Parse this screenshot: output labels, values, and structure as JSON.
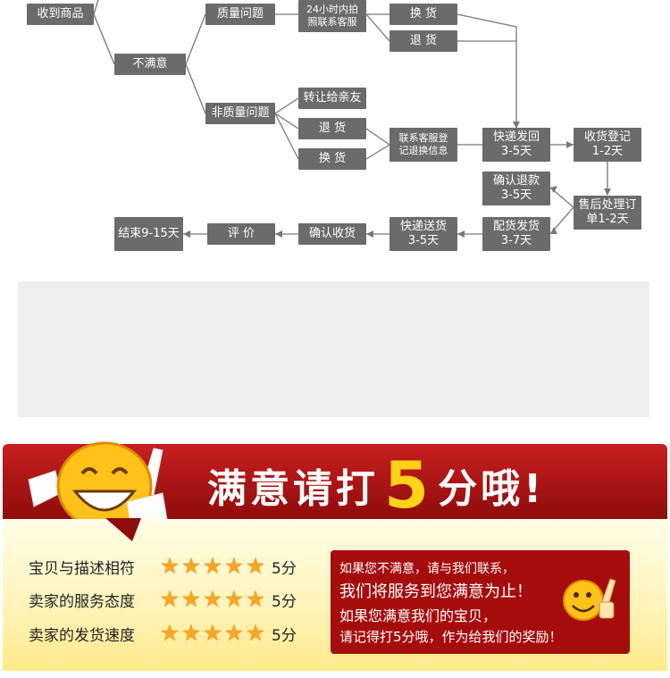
{
  "flow": {
    "received": "收到商品",
    "unsatisfied": "不满意",
    "quality_issue": "质量问题",
    "contact_24h_line1": "24小时内拍",
    "contact_24h_line2": "照联系客服",
    "exchange_top": "换 货",
    "return_top": "退 货",
    "non_quality_issue": "非质量问题",
    "transfer_friend": "转让给亲友",
    "return_mid": "退 货",
    "exchange_mid": "换 货",
    "contact_register_line1": "联系客服登",
    "contact_register_line2": "记退换信息",
    "express_back_line1": "快递发回",
    "express_back_line2": "3-5天",
    "receive_register_line1": "收货登记",
    "receive_register_line2": "1-2天",
    "confirm_refund_line1": "确认退款",
    "confirm_refund_line2": "3-5天",
    "after_sale_line1": "售后处理订",
    "after_sale_line2": "单1-2天",
    "ship_line1": "配货发货",
    "ship_line2": "3-7天",
    "express_deliver_line1": "快递送货",
    "express_deliver_line2": "3-5天",
    "confirm_receipt": "确认收货",
    "review": "评 价",
    "end": "结束9-15天"
  },
  "banner": {
    "title_left": "满意请打",
    "title_number": "5",
    "title_right": "分哦!"
  },
  "ratings": [
    {
      "label": "宝贝与描述相符",
      "stars": 5,
      "score": "5分"
    },
    {
      "label": "卖家的服务态度",
      "stars": 5,
      "score": "5分"
    },
    {
      "label": "卖家的发货速度",
      "stars": 5,
      "score": "5分"
    }
  ],
  "notice": {
    "line1": "如果您不满意，请与我们联系，",
    "line2": "我们将服务到您满意为止！",
    "line3": "如果您满意我们的宝贝，",
    "line4": "请记得打5分哦，作为给我们的奖励！"
  },
  "colors": {
    "node_gray": "#6b6b6b",
    "banner_red": "#c81f1f",
    "accent_yellow": "#ffd21a",
    "star_orange": "#f5a623"
  }
}
